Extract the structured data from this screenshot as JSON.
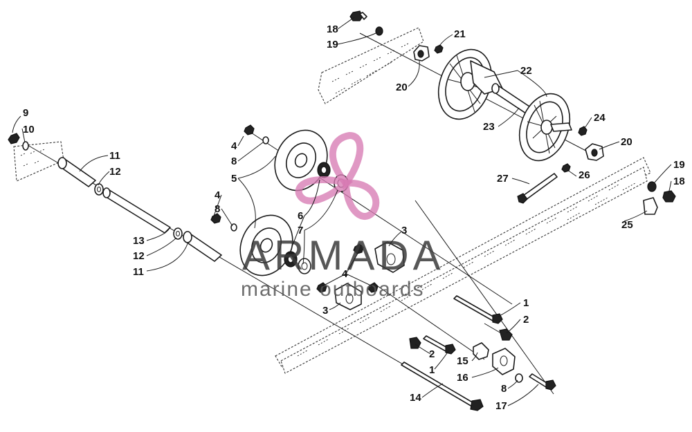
{
  "watermark": {
    "title": "ARMADA",
    "subtitle": "marine outboards",
    "accent_color": "#d77bb3",
    "logo_icon": "propeller-logo"
  },
  "callouts": {
    "c1a": "1",
    "c1b": "1",
    "c2a": "2",
    "c2b": "2",
    "c3a": "3",
    "c3b": "3",
    "c4a": "4",
    "c4b": "4",
    "c4c": "4",
    "c5": "5",
    "c6": "6",
    "c7": "7",
    "c8a": "8",
    "c8b": "8",
    "c8c": "8",
    "c9": "9",
    "c10": "10",
    "c11a": "11",
    "c11b": "11",
    "c12a": "12",
    "c12b": "12",
    "c13": "13",
    "c14": "14",
    "c15": "15",
    "c16": "16",
    "c17": "17",
    "c18a": "18",
    "c18b": "18",
    "c19a": "19",
    "c19b": "19",
    "c20a": "20",
    "c20b": "20",
    "c21": "21",
    "c22": "22",
    "c23": "23",
    "c24": "24",
    "c25": "25",
    "c26": "26",
    "c27": "27"
  }
}
